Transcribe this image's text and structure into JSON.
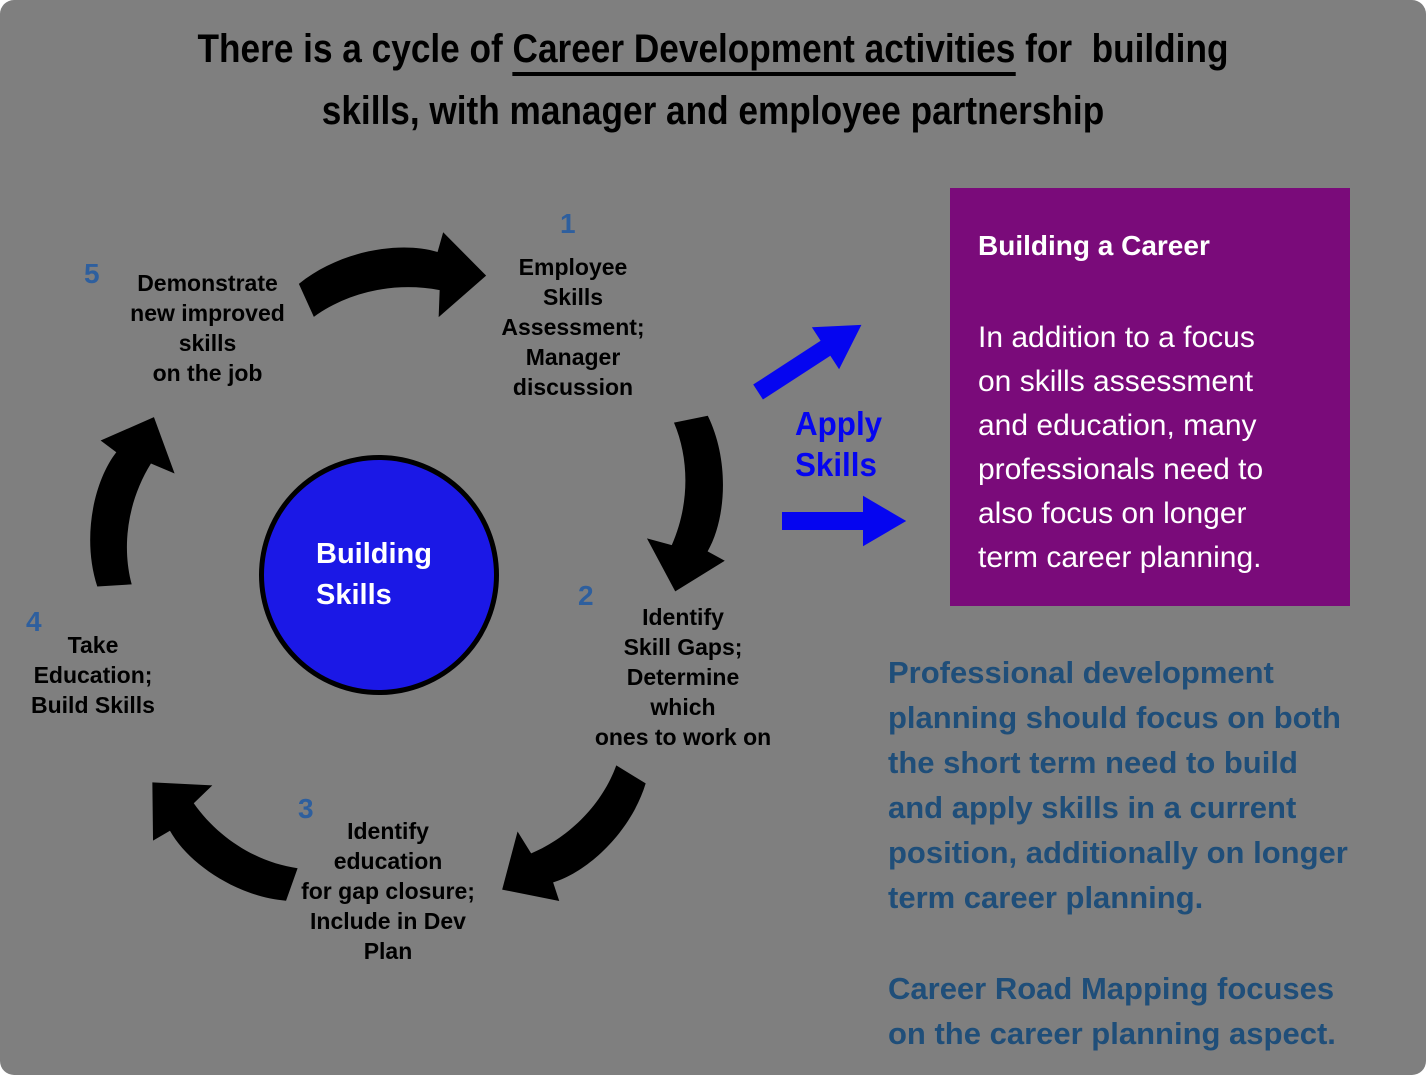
{
  "slide": {
    "title": {
      "prefix": "There is a cycle of ",
      "underlined": "Career Development activities",
      "suffix": " for  building",
      "line2": "skills, with manager and employee partnership"
    },
    "center": {
      "label": "Building\nSkills"
    },
    "steps": [
      {
        "number": "1",
        "text": "Employee\nSkills\nAssessment;\nManager\ndiscussion"
      },
      {
        "number": "2",
        "text": "Identify\nSkill Gaps;\nDetermine\nwhich\nones to work on"
      },
      {
        "number": "3",
        "text": "Identify\neducation\nfor gap closure;\nInclude in Dev\nPlan"
      },
      {
        "number": "4",
        "text": "Take\nEducation;\nBuild Skills"
      },
      {
        "number": "5",
        "text": "Demonstrate\nnew improved\nskills\non the job"
      }
    ],
    "apply": {
      "label": "Apply\nSkills"
    },
    "career_box": {
      "title": "Building a Career",
      "body": "In addition to a focus\non skills assessment\nand education, many\nprofessionals need to\nalso focus on longer\nterm career planning."
    },
    "notes": [
      "Professional development\nplanning should focus on both\nthe short term need to build\nand apply skills in a current\nposition, additionally on longer\nterm career planning.",
      "Career Road Mapping focuses\non the career planning aspect."
    ]
  },
  "colors": {
    "bg": "#7F7F7F",
    "circle-blue": "#1B18E6",
    "arrow-steel": "#4D7EBB",
    "arrow-outline": "#FFFFFF",
    "apply-blue": "#0505F0",
    "number-blue": "#2E5F9E",
    "purple": "#7A0B7A",
    "note-blue": "#1F4E79",
    "title-black": "#000000"
  }
}
